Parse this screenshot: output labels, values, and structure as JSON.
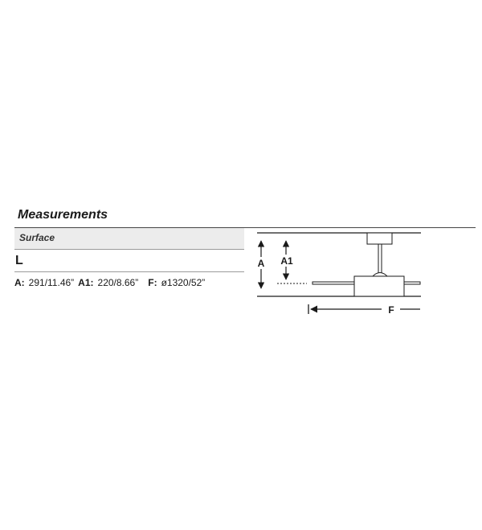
{
  "measurements": {
    "title": "Measurements",
    "subsection": "Surface",
    "model": "L",
    "specs": [
      {
        "key": "A:",
        "value": "291/11.46”"
      },
      {
        "key": "A1:",
        "value": "220/8.66”"
      },
      {
        "key": "F:",
        "value": "ø1320/52”"
      }
    ]
  },
  "diagram": {
    "label_a": "A",
    "label_a1": "A1",
    "label_f": "F"
  }
}
